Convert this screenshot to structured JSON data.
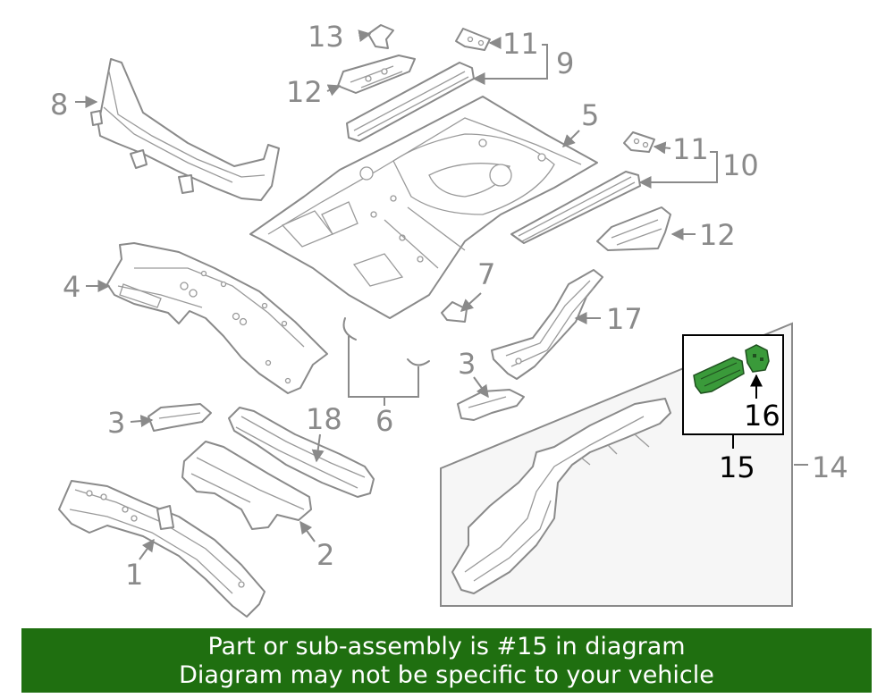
{
  "callouts": {
    "c1": "1",
    "c2": "2",
    "c3a": "3",
    "c3b": "3",
    "c4": "4",
    "c5": "5",
    "c6": "6",
    "c7": "7",
    "c8": "8",
    "c9": "9",
    "c10": "10",
    "c11a": "11",
    "c11b": "11",
    "c12a": "12",
    "c12b": "12",
    "c13": "13",
    "c14": "14",
    "c15": "15",
    "c16": "16",
    "c17": "17",
    "c18": "18"
  },
  "highlight": {
    "part": "15",
    "color": "#3a9a3a"
  },
  "banner": {
    "line1": "Part or sub-assembly is #15 in diagram",
    "line2": "Diagram may not be specific to your vehicle",
    "color": "#1f6f10"
  }
}
